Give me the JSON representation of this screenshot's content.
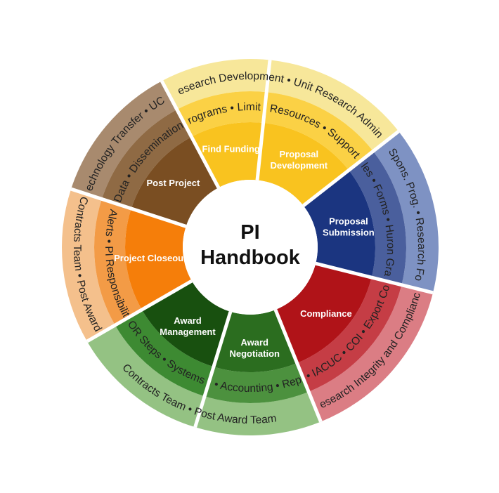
{
  "center": {
    "line1": "PI",
    "line2": "Handbook"
  },
  "phases": [
    {
      "label": [
        "Find Funding"
      ],
      "inner": "Search • UCF Programs • Limited Submissions",
      "outer": "Research Development • Unit Research Admins",
      "colors": {
        "core": "#f9c31f",
        "inner": "#fbd145",
        "outer": "#f7e79a"
      }
    },
    {
      "label": [
        "Proposal",
        "Development"
      ],
      "inner": "Resources • Support",
      "outer": "",
      "colors": {
        "core": "#f9c31f",
        "inner": "#fbd145",
        "outer": "#f7e79a"
      }
    },
    {
      "label": [
        "Proposal",
        "Submission"
      ],
      "inner": "Rules • Forms • Huron Grants",
      "outer": "Office of Spons. Prog. • Research Foundation",
      "colors": {
        "core": "#1b3580",
        "inner": "#4a5f9d",
        "outer": "#7e92c3"
      }
    },
    {
      "label": [
        "Compliance"
      ],
      "inner": "IRB • IACUC • COI • Export Control",
      "outer": "Research Integrity and Compliance",
      "colors": {
        "core": "#b01318",
        "inner": "#c53d45",
        "outer": "#db7d84"
      }
    },
    {
      "label": [
        "Award",
        "Negotiation"
      ],
      "inner": "Roles • Accounting • Reporting",
      "outer": "",
      "colors": {
        "core": "#2b6d1f",
        "inner": "#4c913e",
        "outer": "#94c283"
      }
    },
    {
      "label": [
        "Award",
        "Management"
      ],
      "inner": "OR Steps • Systems",
      "outer": "Contracts Team • Post Award Team",
      "colors": {
        "core": "#18500f",
        "inner": "#3d8a32",
        "outer": "#94c283"
      }
    },
    {
      "label": [
        "Project Closeout"
      ],
      "inner": "OR Alerts • PI Responsibilities",
      "outer": "Contracts Team • Post Award",
      "colors": {
        "core": "#f57e0a",
        "inner": "#f39b46",
        "outer": "#f4c08c"
      }
    },
    {
      "label": [
        "Post Project"
      ],
      "inner": "Data • Dissemination",
      "outer": "Office of Technology Transfer • UCF Libraries",
      "colors": {
        "core": "#7a4e22",
        "inner": "#8f6a44",
        "outer": "#a88a6e"
      }
    }
  ],
  "center_circle_color": "#ffffff"
}
